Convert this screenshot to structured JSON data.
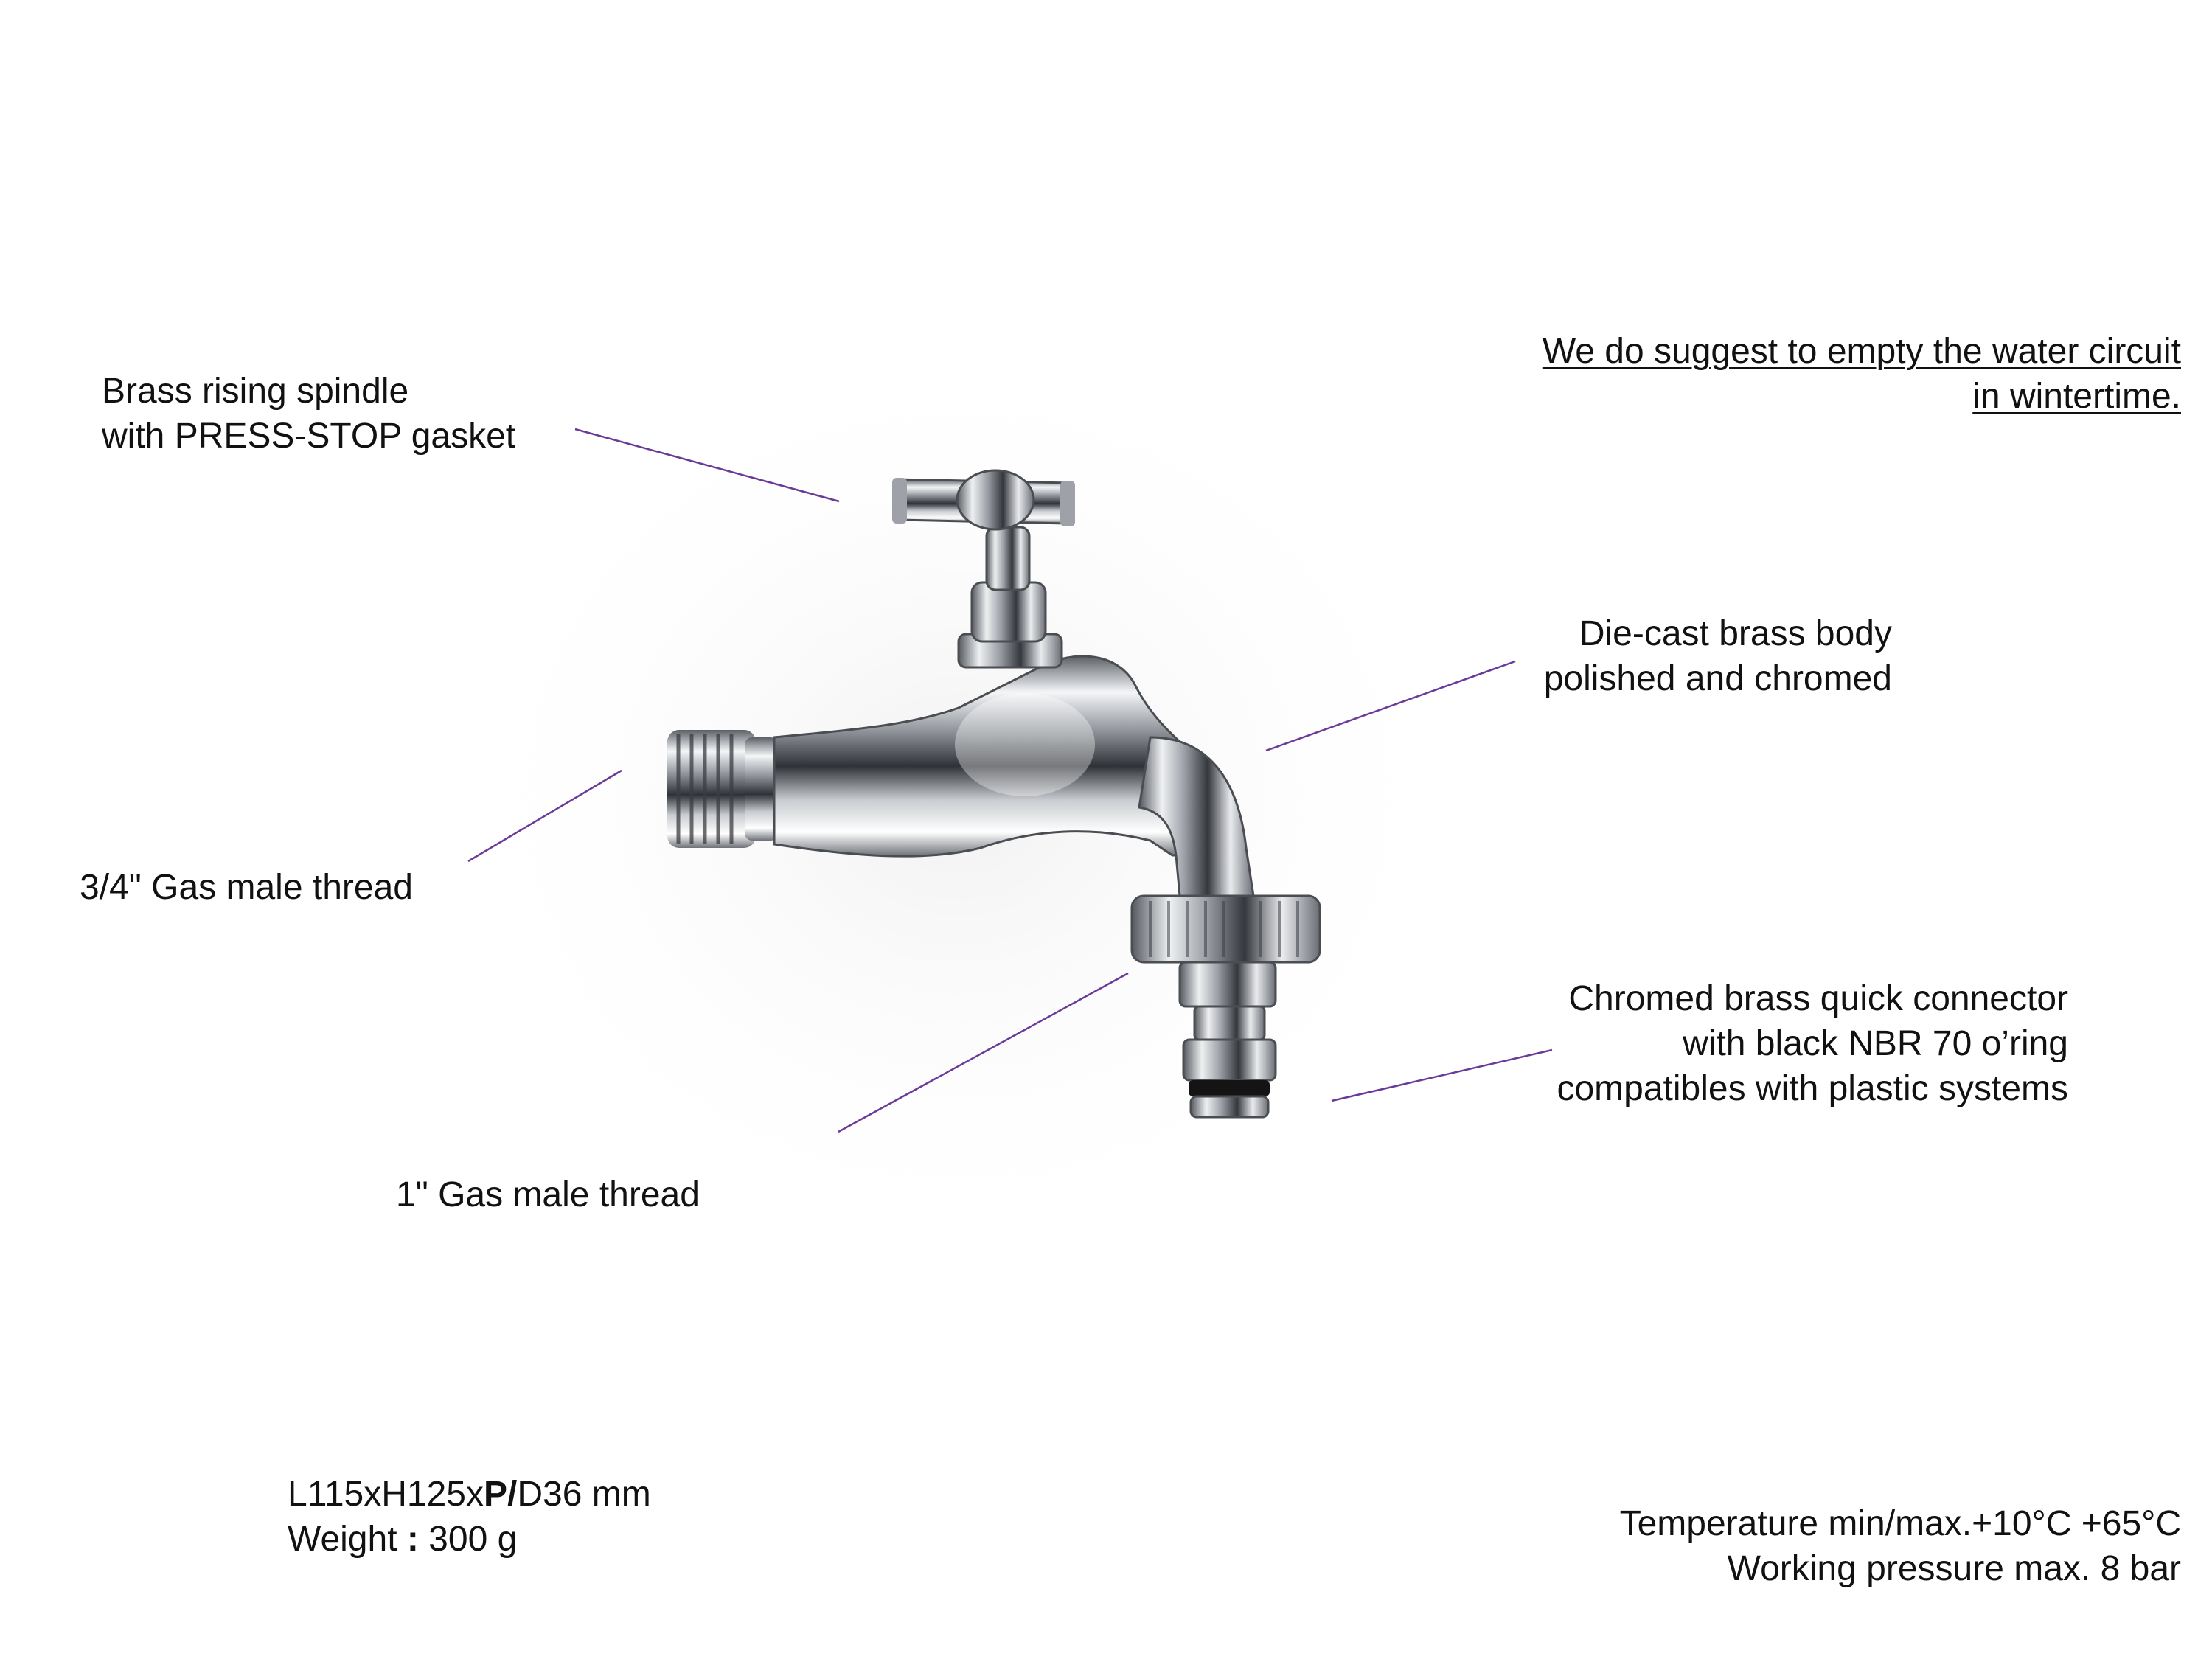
{
  "note": {
    "line1": "We do suggest to empty the water circuit",
    "line2": "in wintertime."
  },
  "callouts": {
    "spindle": {
      "line1": "Brass rising spindle",
      "line2": "with PRESS-STOP gasket"
    },
    "inlet": {
      "size": "3/4\"",
      "text": "Gas male thread"
    },
    "body": {
      "line1": "Die-cast brass body",
      "line2": "polished and chromed"
    },
    "connector": {
      "line1": "Chromed brass quick connector",
      "line2": "with black NBR 70 o’ring",
      "line3": "compatibles with plastic systems"
    },
    "outlet": {
      "size": "1\"",
      "text": "Gas male thread"
    }
  },
  "specs": {
    "dimensions_prefix": "L115xH125x",
    "dimensions_bold": "P/",
    "dimensions_suffix": "D36 mm",
    "weight_label": "Weight ",
    "weight_colon": ":",
    "weight_value": " 300 g"
  },
  "ratings": {
    "temperature": "Temperature min/max.+10°C +65°C",
    "pressure": "Working pressure max. 8 bar"
  },
  "colors": {
    "leader_line": "#6a3a98",
    "text": "#111111",
    "chrome_dark": "#3c3f44",
    "chrome_light": "#f4f6f8"
  }
}
